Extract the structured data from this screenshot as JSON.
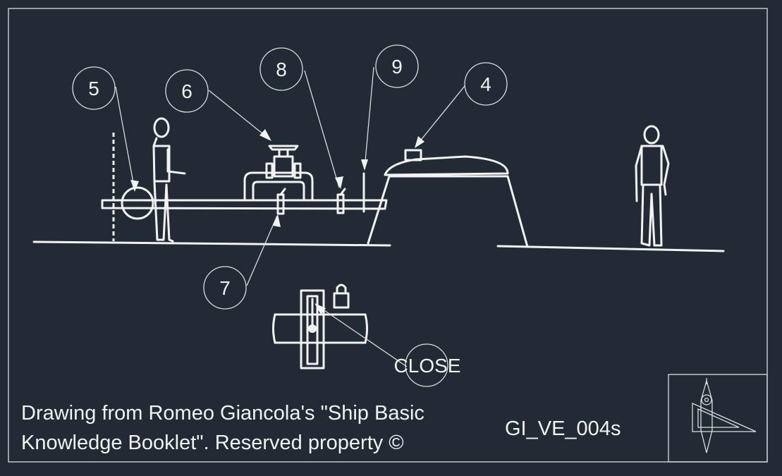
{
  "callouts": [
    {
      "number": "5"
    },
    {
      "number": "6"
    },
    {
      "number": "8"
    },
    {
      "number": "9"
    },
    {
      "number": "4"
    },
    {
      "number": "7"
    }
  ],
  "detail_label": "CLOSE",
  "caption": {
    "line1": "Drawing from Romeo Giancola's \"Ship Basic",
    "line2": "Knowledge Booklet\". Reserved property ©"
  },
  "drawing_code": "GI_VE_004s",
  "colors": {
    "background": "#212a35",
    "linework": "#f2f2f2",
    "frame": "#dcdcdc"
  },
  "icons": [
    "drafting-compass-and-set-square-logo",
    "padlock-icon"
  ]
}
